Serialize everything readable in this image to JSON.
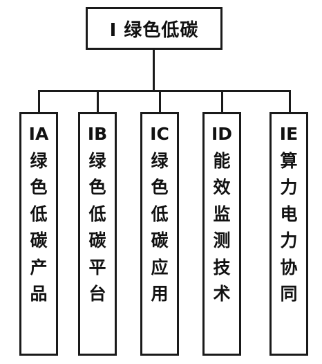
{
  "root": {
    "label": "I 绿色低碳"
  },
  "children": [
    {
      "label": "IA绿色低碳产品",
      "chars": [
        "IA",
        "绿",
        "色",
        "低",
        "碳",
        "产",
        "品"
      ]
    },
    {
      "label": "IB绿色低碳平台",
      "chars": [
        "IB",
        "绿",
        "色",
        "低",
        "碳",
        "平",
        "台"
      ]
    },
    {
      "label": "IC绿色低碳应用",
      "chars": [
        "IC",
        "绿",
        "色",
        "低",
        "碳",
        "应",
        "用"
      ]
    },
    {
      "label": "ID能效监测技术",
      "chars": [
        "ID",
        "能",
        "效",
        "监",
        "测",
        "技",
        "术"
      ]
    },
    {
      "label": "IE算力电力协同",
      "chars": [
        "IE",
        "算",
        "力",
        "电",
        "力",
        "协",
        "同"
      ]
    }
  ],
  "colors": {
    "line": "#1a1a1a",
    "text": "#111111",
    "background": "#ffffff"
  }
}
